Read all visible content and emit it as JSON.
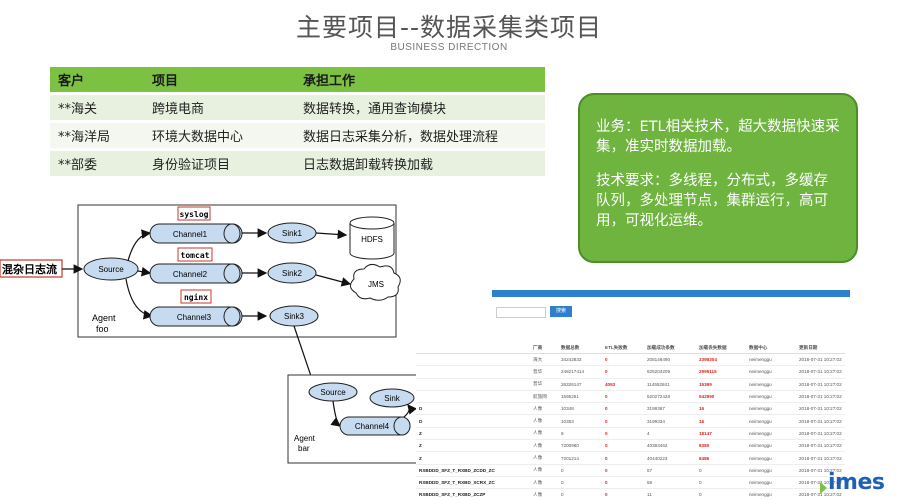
{
  "title": "主要项目--数据采集类项目",
  "subtitle": "BUSINESS DIRECTION",
  "table": {
    "headers": [
      "客户",
      "项目",
      "承担工作"
    ],
    "rows": [
      [
        "**海关",
        "跨境电商",
        "数据转换，通用查询模块"
      ],
      [
        "**海洋局",
        "环境大数据中心",
        "数据日志采集分析，数据处理流程"
      ],
      [
        "**部委",
        "身份验证项目",
        "日志数据卸载转换加载"
      ]
    ]
  },
  "summary": {
    "business": "业务：ETL相关技术，超大数据快速采集，准实时数据加载。",
    "tech": "技术要求：多线程，分布式，多缓存队列，多处理节点，集群运行，高可用，可视化运维。"
  },
  "diagram": {
    "input_label": "混杂日志流",
    "source": "Source",
    "channels": [
      "Channel1",
      "Channel2",
      "Channel3"
    ],
    "sinks": [
      "Sink1",
      "Sink2",
      "Sink3"
    ],
    "tags": [
      "syslog",
      "tomcat",
      "nginx"
    ],
    "hdfs": "HDFS",
    "jms": "JMS",
    "agent_foo": [
      "Agent",
      "foo"
    ],
    "bar_source": "Source",
    "bar_channel": "Channel4",
    "bar_sink": "Sink",
    "agent_bar": [
      "Agent",
      "bar"
    ]
  },
  "screenshot": {
    "search_btn": "搜索",
    "headers": [
      "",
      "厂商",
      "数据总数",
      "ETL失败数",
      "加载成功条数",
      "加载丢失数据",
      "数据中心",
      "更新日期"
    ],
    "rows": [
      [
        "",
        "海大",
        "34242833",
        "0",
        "208146490",
        "2398304",
        "neimenggu",
        "2018-07-31 10:27:02"
      ],
      [
        "",
        "普华",
        "248217414",
        "0",
        "625204209",
        "2995115",
        "neimenggu",
        "2018-07-31 10:27:02"
      ],
      [
        "",
        "普华",
        "26326147",
        "4093",
        "114552841",
        "15399",
        "neimenggu",
        "2018-07-31 10:27:02"
      ],
      [
        "",
        "航旅网",
        "1595251",
        "0",
        "520272428",
        "542990",
        "neimenggu",
        "2018-07-31 10:27:02"
      ],
      [
        "D",
        "人像",
        "10348",
        "0",
        "3199367",
        "16",
        "neimenggu",
        "2018-07-31 10:27:02"
      ],
      [
        "D",
        "人像",
        "10353",
        "0",
        "3199334",
        "16",
        "neimenggu",
        "2018-07-31 10:27:02"
      ],
      [
        "Z",
        "人像",
        "9",
        "0",
        "4",
        "18147",
        "neimenggu",
        "2018-07-31 10:27:02"
      ],
      [
        "Z",
        "人像",
        "7200960",
        "0",
        "40383462",
        "8380",
        "neimenggu",
        "2018-07-31 10:27:02"
      ],
      [
        "Z",
        "人像",
        "7201214",
        "0",
        "40440223",
        "8486",
        "neimenggu",
        "2018-07-31 10:27:02"
      ],
      [
        "RXBDDD_SFZ_T_RXBD_ZCDD_ZC",
        "人像",
        "0",
        "0",
        "57",
        "0",
        "neimenggu",
        "2018-07-31 10:27:02"
      ],
      [
        "RXBDDD_SFZ_T_RXBD_XCRX_ZC",
        "人像",
        "0",
        "0",
        "58",
        "0",
        "neimenggu",
        "2018-07-31 10:27:02"
      ],
      [
        "RXBDDD_SFZ_T_RXBD_ZCZP",
        "人像",
        "0",
        "0",
        "11",
        "0",
        "neimenggu",
        "2018-07-31 10:27:02"
      ]
    ]
  },
  "logo": "imes"
}
